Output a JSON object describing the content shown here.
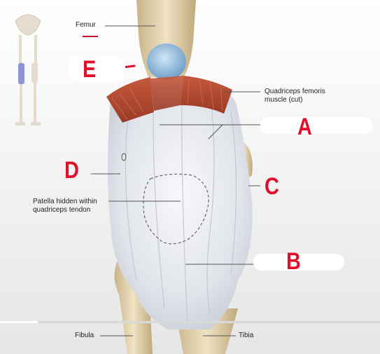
{
  "labels": {
    "femur": "Femur",
    "quadriceps_line1": "Quadriceps femoris",
    "quadriceps_line2": "muscle (cut)",
    "patella_line1": "Patella hidden within",
    "patella_line2": "quadriceps tendon",
    "fibula": "Fibula",
    "tibia": "Tibia"
  },
  "handwritten": {
    "a": "A",
    "b": "B",
    "c": "C",
    "d": "D",
    "e": "E"
  },
  "progress": {
    "fraction": 0.1
  },
  "colors": {
    "handwriting": "#e0102a",
    "muscle": "#b5452f",
    "cartilage": "#8fbde0",
    "tendon": "#e4e7ec",
    "bone": "#e3d2a8",
    "callout_line": "#555555"
  }
}
